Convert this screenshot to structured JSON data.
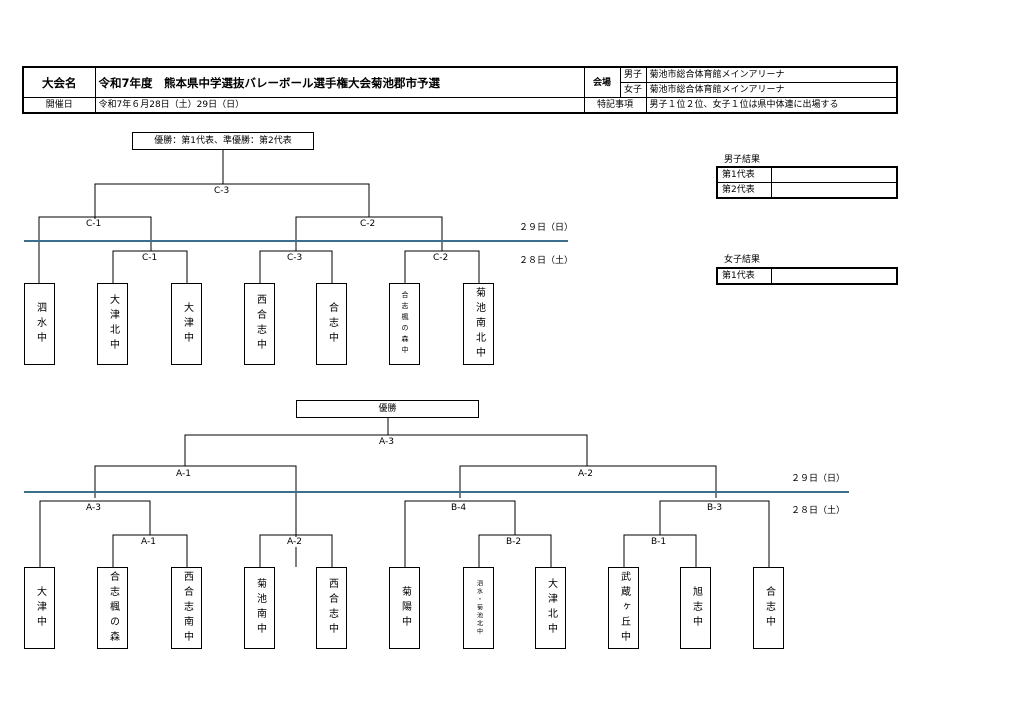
{
  "header": {
    "event_label": "大会名",
    "event_name": "令和7年度　熊本県中学選抜バレーボール選手権大会菊池郡市予選",
    "venue_label": "会場",
    "boys_label": "男子",
    "boys_venue": "菊池市総合体育館メインアリーナ",
    "girls_label": "女子",
    "girls_venue": "菊池市総合体育館メインアリーナ",
    "date_label": "開催日",
    "date_value": "令和7年６月28日（土）29日（日）",
    "notes_label": "特記事項",
    "notes_value": "男子１位２位、女子１位は県中体連に出場する"
  },
  "girls_bracket": {
    "title": "優勝：第1代表、準優勝：第2代表",
    "final": "C-3",
    "semi_left": "C-1",
    "semi_right": "C-2",
    "first_left": "C-1",
    "first_mid": "C-3",
    "first_right": "C-2",
    "day2": "２９日（日）",
    "day1": "２８日（土）",
    "teams": [
      "泗水中",
      "大津北中",
      "大津中",
      "西合志中",
      "合志中",
      "合志楓の森中",
      "菊池南北中"
    ]
  },
  "boys_bracket": {
    "title": "優勝",
    "final": "A-3",
    "semi_left": "A-1",
    "semi_right": "A-2",
    "q1": "A-3",
    "q2": "A-2",
    "q3": "B-4",
    "q4": "B-3",
    "r1": "A-1",
    "r2": "B-2",
    "r3": "B-1",
    "day2": "２９日（日）",
    "day1": "２８日（土）",
    "teams": [
      "大津中",
      "合志楓の森",
      "西合志南中",
      "菊池南中",
      "西合志中",
      "菊陽中",
      "泗水・菊池北中",
      "大津北中",
      "武蔵ヶ丘中",
      "旭志中",
      "合志中"
    ]
  },
  "results": {
    "boys_title": "男子結果",
    "boys_rows": [
      "第1代表",
      "第2代表"
    ],
    "girls_title": "女子結果",
    "girls_rows": [
      "第1代表"
    ]
  },
  "colors": {
    "day_divider": "#3d6e8c"
  }
}
